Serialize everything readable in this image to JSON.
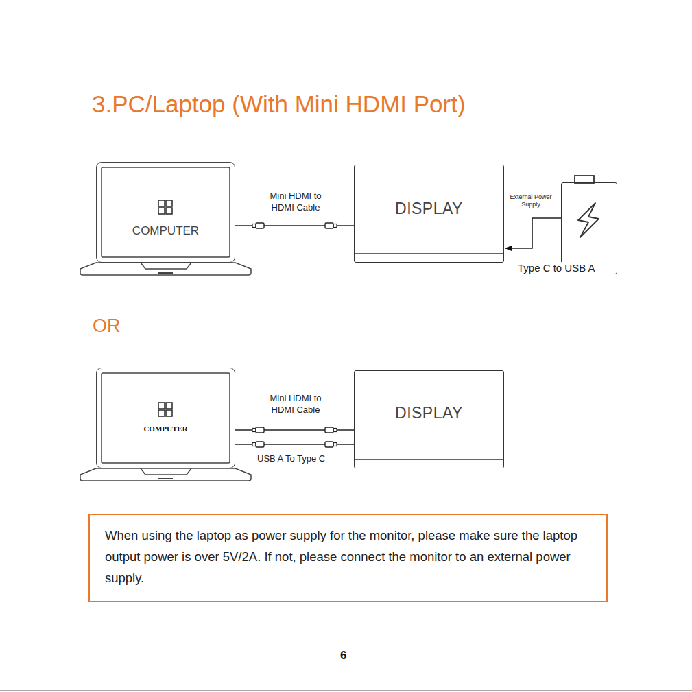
{
  "diagram": {
    "title": "3.PC/Laptop (With Mini HDMI Port)",
    "nodes": [
      {
        "text": [
          "COMPUTER"
        ]
      },
      {
        "text": [
          "DISPLAY"
        ]
      },
      {
        "text": [
          "External Power Supply"
        ]
      },
      {
        "text": [
          "COMPUTER"
        ]
      },
      {
        "text": [
          "DISPLAY"
        ]
      },
      {
        "text": [
          "When using the laptop as power supply for the monitor, please make sure the laptop output power is over 5V/2A. If not, please connect the monitor to an external power supply."
        ]
      }
    ],
    "edges": [
      {
        "from": 0,
        "to": 1,
        "label": "Mini HDMI to HDMI Cable",
        "arrow": "none"
      },
      {
        "from": 2,
        "to": 1,
        "label": "Type C to USB A",
        "arrow": "to"
      },
      {
        "from": 3,
        "to": 4,
        "label": "Mini HDMI to HDMI Cable",
        "arrow": "none"
      },
      {
        "from": 3,
        "to": 4,
        "label": "USB A To Type C",
        "arrow": "none"
      }
    ],
    "labels": [
      "OR",
      "6"
    ]
  }
}
